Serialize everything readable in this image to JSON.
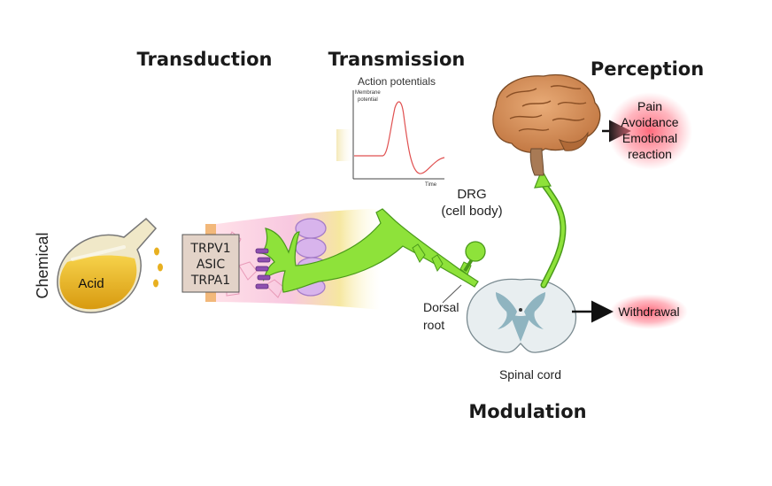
{
  "headings": {
    "transduction": "Transduction",
    "transmission": "Transmission",
    "perception": "Perception",
    "modulation": "Modulation"
  },
  "stimulus": {
    "side_label": "Chemical",
    "flask_label": "Acid"
  },
  "receptors": [
    "TRPV1",
    "ASIC",
    "TRPA1"
  ],
  "action_potential": {
    "title": "Action potentials",
    "y_label_line1": "Membrane",
    "y_label_line2": "potential",
    "x_label": "Time"
  },
  "drg": {
    "line1": "DRG",
    "line2": "(cell body)"
  },
  "dorsal_root": {
    "line1": "Dorsal",
    "line2": "root"
  },
  "spinal_cord": "Spinal cord",
  "perception_outputs": [
    "Pain",
    "Avoidance",
    "Emotional",
    "reaction"
  ],
  "withdrawal": "Withdrawal",
  "colors": {
    "nerve_green": "#8ee23a",
    "nerve_outline": "#4a9a1a",
    "receptor_purple": "#8f4fb0",
    "ap_trace": "#e05050",
    "acid_yellow": "#e8b020",
    "response_glow": "#ff6a7a",
    "spinal_gray": "#8fb4c0"
  }
}
